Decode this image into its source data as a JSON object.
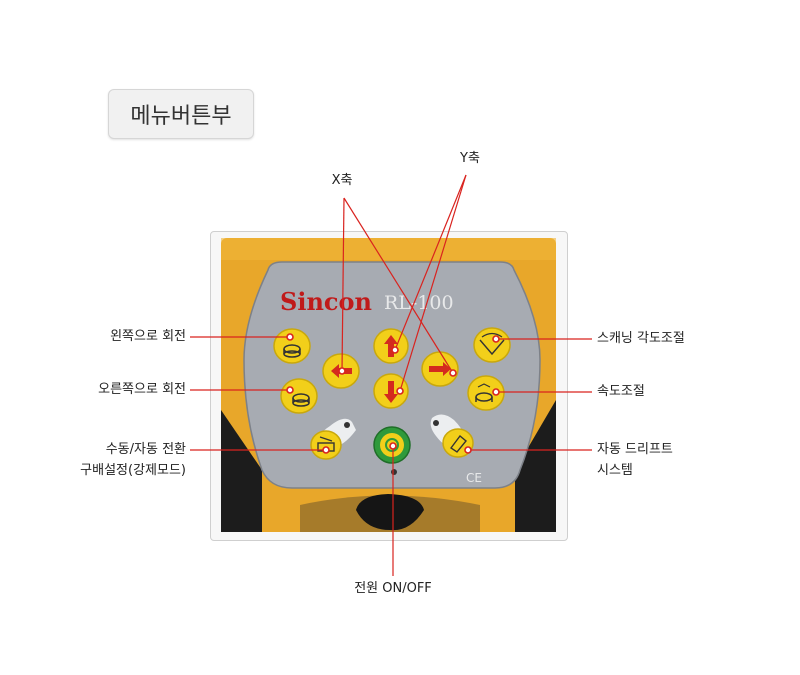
{
  "title": "메뉴버튼부",
  "device": {
    "brand": "Sincon",
    "model": "RL-100",
    "ce_mark": "CE"
  },
  "labels": {
    "x_axis": "X축",
    "y_axis": "Y축",
    "rotate_left": "왼쪽으로 회전",
    "rotate_right": "오른쪽으로 회전",
    "manual_auto_line1": "수동/자동 전환",
    "manual_auto_line2": "구배설정(강제모드)",
    "scan_angle": "스캐닝 각도조절",
    "speed": "속도조절",
    "drift": "자동 드리프트",
    "drift_line2": "시스템",
    "power": "전원 ON/OFF"
  },
  "colors": {
    "housing": "#e8a72a",
    "panel": "#a7abb2",
    "button_yellow": "#f2cf1a",
    "arrow_red": "#d42a1e",
    "callout_red": "#d9231f",
    "power_green": "#2f9a3b"
  }
}
